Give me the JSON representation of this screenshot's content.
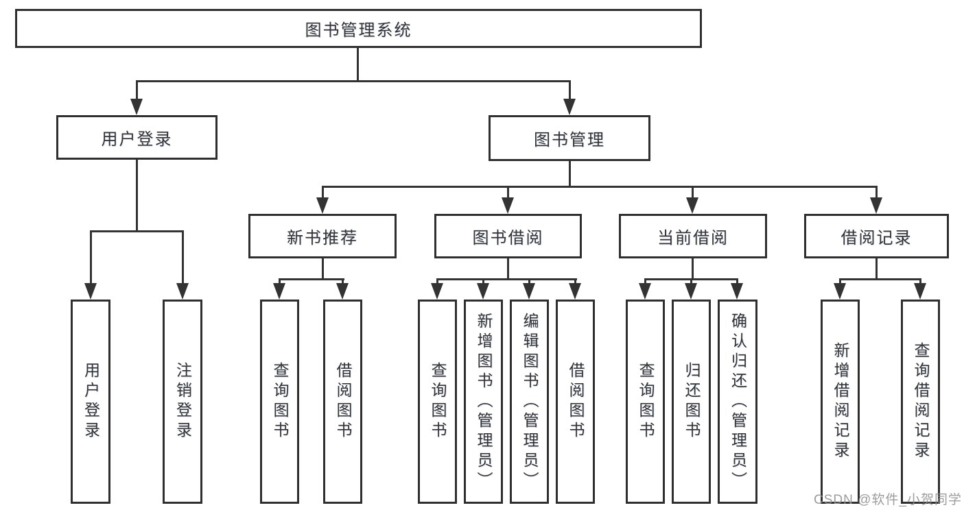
{
  "tree": {
    "label": "图书管理系统",
    "children": [
      {
        "label": "用户登录",
        "children": [
          {
            "label": "用户登录"
          },
          {
            "label": "注销登录"
          }
        ]
      },
      {
        "label": "图书管理",
        "children": [
          {
            "label": "新书推荐",
            "children": [
              {
                "label": "查询图书"
              },
              {
                "label": "借阅图书"
              }
            ]
          },
          {
            "label": "图书借阅",
            "children": [
              {
                "label": "查询图书"
              },
              {
                "label": "新增图书（管理员）"
              },
              {
                "label": "编辑图书（管理员）"
              },
              {
                "label": "借阅图书"
              }
            ]
          },
          {
            "label": "当前借阅",
            "children": [
              {
                "label": "查询图书"
              },
              {
                "label": "归还图书"
              },
              {
                "label": "确认归还（管理员）"
              }
            ]
          },
          {
            "label": "借阅记录",
            "children": [
              {
                "label": "新增借阅记录"
              },
              {
                "label": "查询借阅记录"
              }
            ]
          }
        ]
      }
    ]
  },
  "watermark": {
    "text": "CSDN @软件_小贺同学"
  },
  "colors": {
    "line": "#333333",
    "text": "#333333",
    "box_border": "#2f2f2f",
    "background": "#ffffff",
    "watermark": "#919191"
  }
}
